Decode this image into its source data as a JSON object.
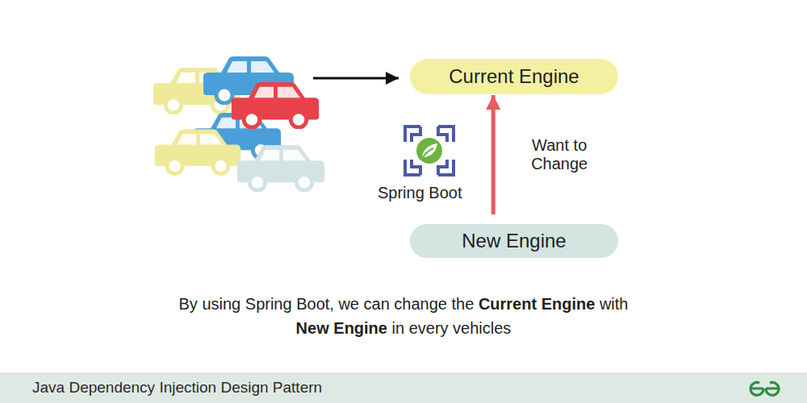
{
  "diagram": {
    "title": "Java Dependency Injection Design Pattern",
    "caption": "By using Spring Boot, we can change the Current Engine with New Engine in every vehicles",
    "nodes": [
      {
        "text": [
          "Current Engine"
        ]
      },
      {
        "text": [
          "New Engine"
        ]
      }
    ],
    "edges": [
      {
        "from": 1,
        "to": 0,
        "arrow": "to",
        "label": "Want to Change"
      }
    ],
    "labels": [
      "Spring Boot"
    ]
  }
}
